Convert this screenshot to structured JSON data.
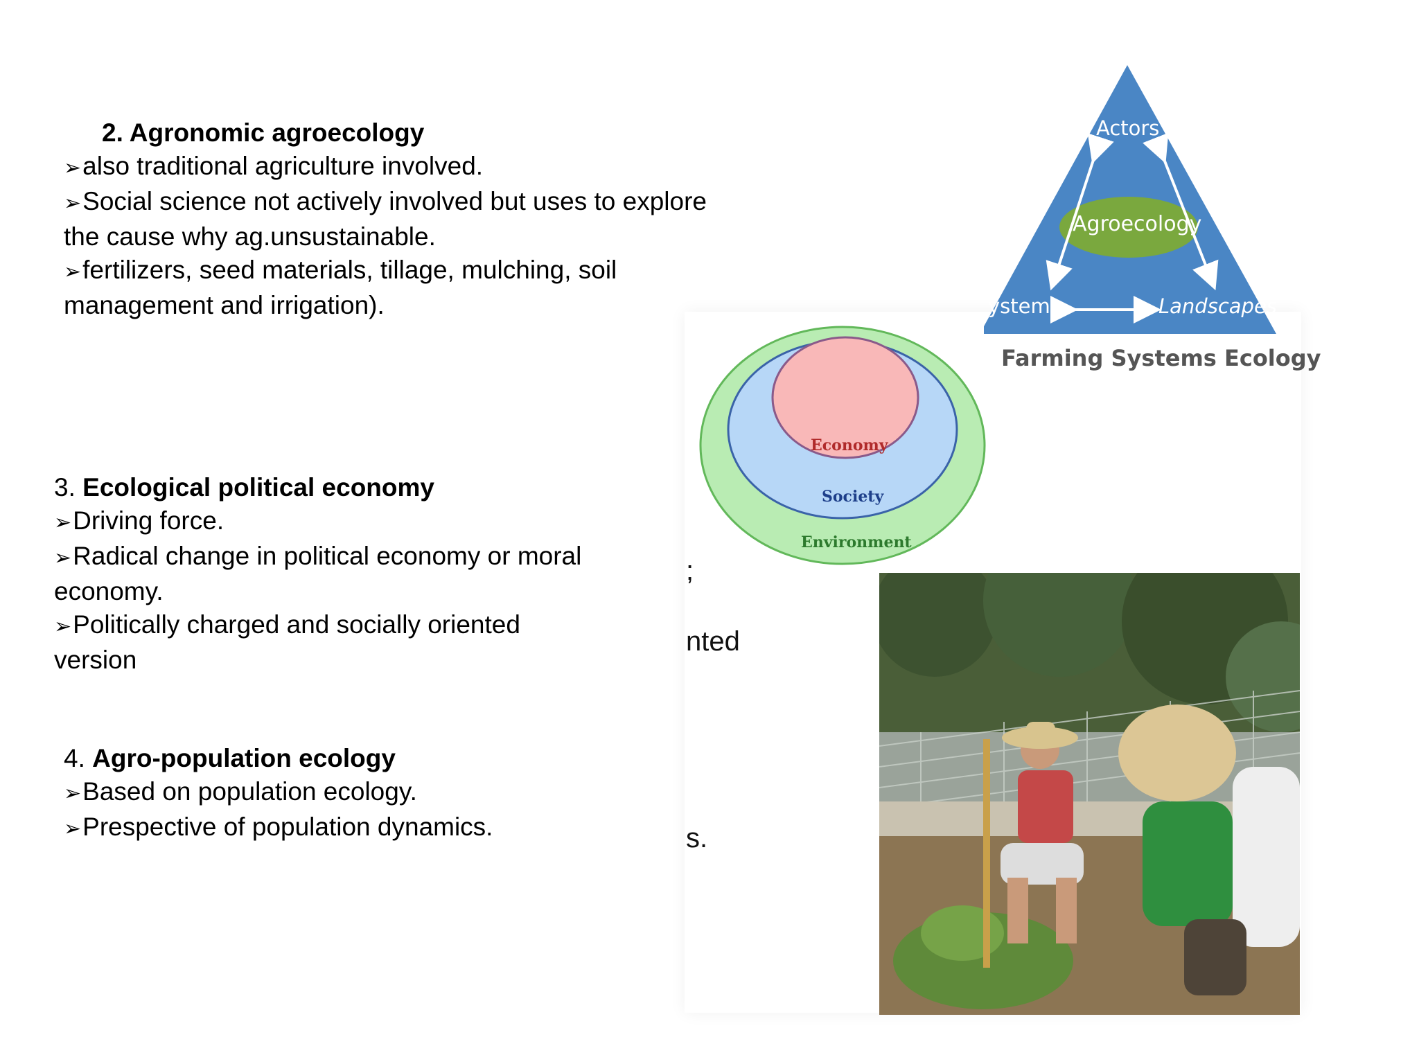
{
  "section2": {
    "heading": "2. Agronomic agroecology",
    "lines": [
      "also traditional agriculture involved.",
      "Social science not actively involved but uses to explore",
      "the cause why ag.unsustainable.",
      "fertilizers, seed materials, tillage, mulching, soil",
      "management and irrigation)."
    ]
  },
  "section3": {
    "number": "3. ",
    "title": "Ecological political economy",
    "lines": [
      "Driving force.",
      "Radical change in political economy or moral",
      "economy.",
      "Politically charged and socially oriented",
      "version"
    ]
  },
  "section4": {
    "number": "4. ",
    "title": "Agro-population ecology",
    "lines": [
      "Based on population ecology.",
      "Prespective of population dynamics."
    ]
  },
  "fragments": {
    "f1": ";",
    "f2": "nted",
    "f3": "s."
  },
  "triangle_diagram": {
    "top": "Actors",
    "center": "Agroecology",
    "left": "ystems",
    "right": "Landscapes",
    "caption": "Farming Systems Ecology",
    "colors": {
      "triangle": "#4a86c5",
      "center": "#7aa83e"
    }
  },
  "circle_diagram": {
    "inner": "Economy",
    "middle": "Society",
    "outer": "Environment",
    "colors": {
      "inner": "#f9b8b8",
      "middle": "#b7d7f7",
      "outer": "#b9ecb3"
    }
  }
}
